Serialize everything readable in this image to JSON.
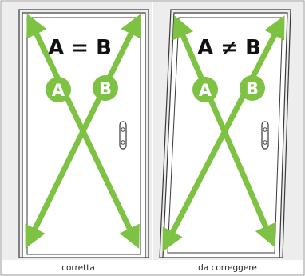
{
  "left_panel": {
    "equation": "A = B",
    "badge_a": "A",
    "badge_b": "B",
    "caption": "corretta"
  },
  "right_panel": {
    "equation": "A ≠ B",
    "badge_a": "A",
    "badge_b": "B",
    "caption": "da correggere"
  },
  "colors": {
    "panel_background": "#ededed",
    "frame_outline": "#3a3a3a",
    "door_fill": "#ffffff",
    "arrow_green": "#7dc242"
  }
}
